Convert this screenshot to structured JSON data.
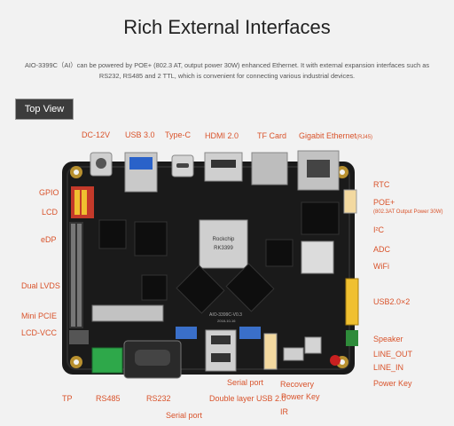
{
  "page": {
    "title": "Rich External Interfaces",
    "description_line1": "AIO-3399C（AI）can be powered by POE+ (802.3 AT, output power 30W) enhanced Ethernet. It with external expansion interfaces such as",
    "description_line2": "RS232, RS485 and 2 TTL, which is convenient for connecting various industrial devices.",
    "top_view_button": "Top View",
    "accent_color": "#d9532b"
  },
  "labels": {
    "dc12v": "DC-12V",
    "usb30": "USB 3.0",
    "typec": "Type-C",
    "hdmi": "HDMI 2.0",
    "tfcard": "TF Card",
    "gige": "Gigabit Ethernet",
    "gige_suffix": "(RJ45)",
    "gpio": "GPIO",
    "lcd": "LCD",
    "edp": "eDP",
    "duallvds": "Dual LVDS",
    "minipcie": "Mini PCIE",
    "lcdvcc": "LCD-VCC",
    "tp": "TP",
    "rs485": "RS485",
    "rs232": "RS232",
    "serialport1": "Serial port",
    "doubleusb": "Double layer USB 2.0",
    "serialport2": "Serial port",
    "ir": "IR",
    "powerkey_mid": "Power Key",
    "recovery": "Recovery",
    "rtc": "RTC",
    "poe": "POE+",
    "poe_sub": "(802.3AT Output Power 30W)",
    "i2c": "I²C",
    "adc": "ADC",
    "wifi": "WiFi",
    "usb2x2": "USB2.0×2",
    "speaker": "Speaker",
    "lineout": "LINE_OUT",
    "linein": "LINE_IN",
    "powerkey_right": "Power Key"
  },
  "board": {
    "soc_brand": "Rockchip",
    "soc_model": "RK3399",
    "model_text": "AIO-3399C-V0.3",
    "date_text": "2018-10-16"
  }
}
